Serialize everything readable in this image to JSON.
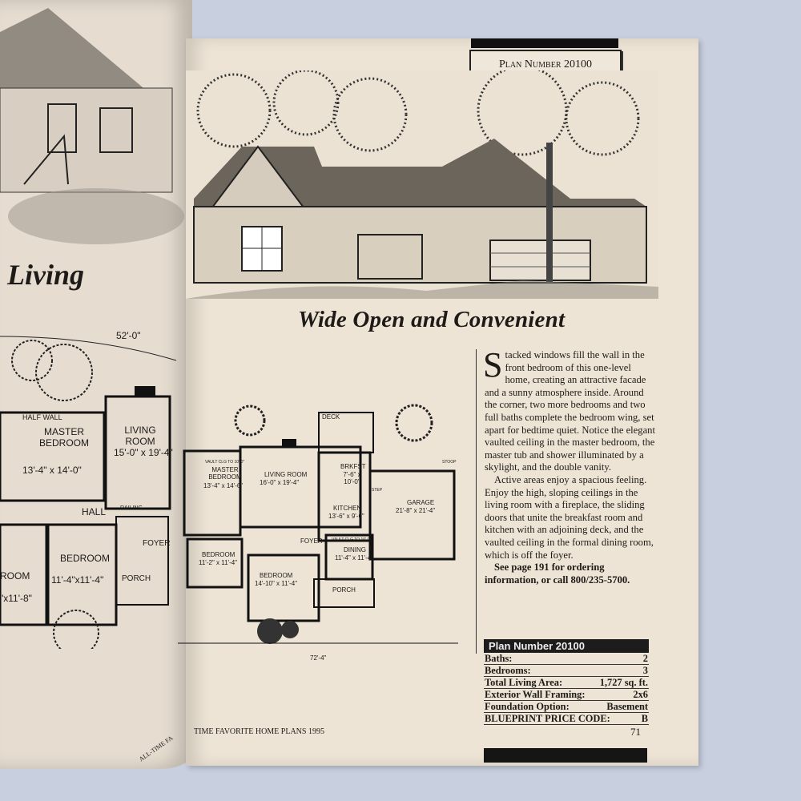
{
  "left_page": {
    "title": "l Living",
    "footer": "ALL-TIME FA",
    "plan": {
      "width": "52'-0\"",
      "rooms": [
        {
          "name": "HALF WALL",
          "dim": ""
        },
        {
          "name": "MASTER BEDROOM",
          "dim": "13'-4\" x 14'-0\""
        },
        {
          "name": "LIVING ROOM",
          "dim": "15'-0\" x 19'-4\""
        },
        {
          "name": "HALL",
          "dim": ""
        },
        {
          "name": "BEDROOM",
          "dim": "11'-4\"x11'-4\""
        },
        {
          "name": "ROOM",
          "dim": "\"x11'-8\""
        },
        {
          "name": "FOYER",
          "dim": ""
        },
        {
          "name": "PORCH",
          "dim": ""
        },
        {
          "name": "RAILING",
          "dim": ""
        }
      ]
    }
  },
  "right_page": {
    "plan_tab": "Plan Number 20100",
    "title": "Wide Open and Convenient",
    "body": {
      "dropcap": "S",
      "p1": "tacked windows fill the wall in the front bedroom of this one-level home, creating an attractive facade and a sunny atmosphere inside. Around the corner, two more bedrooms and two full baths complete the bedroom wing, set apart for bedtime quiet. Notice the elegant vaulted ceiling in the master bedroom, the master tub and shower illuminated by a skylight, and the double vanity.",
      "p2": "Active areas enjoy a spacious feeling. Enjoy the high, sloping ceilings in the living room with a fireplace, the sliding doors that unite the breakfast room and kitchen with an adjoining deck, and the vaulted ceiling in the formal dining room, which is off the foyer.",
      "order": "See page 191 for ordering information, or call 800/235-5700."
    },
    "floor_plan": {
      "width": "72'-4\"",
      "rooms": [
        {
          "name": "DECK",
          "dim": ""
        },
        {
          "name": "MASTER BEDROOM",
          "dim": "13'-4\" x 14'-6\"",
          "note": "VAULT CLG TO 10'-0\""
        },
        {
          "name": "LIVING ROOM",
          "dim": "16'-0\" x 19'-4\""
        },
        {
          "name": "BRKFST",
          "dim": "7'-6\" x 10'-0\""
        },
        {
          "name": "KITCHEN",
          "dim": "13'-6\" x 9'-6\""
        },
        {
          "name": "GARAGE",
          "dim": "21'-8\" x 21'-4\""
        },
        {
          "name": "FOYER",
          "dim": ""
        },
        {
          "name": "DINING",
          "dim": "11'-4\" x 11'-4\"",
          "note": "VAULT CLG TO 10'-0\""
        },
        {
          "name": "BEDROOM",
          "dim": "11'-2\" x 11'-4\""
        },
        {
          "name": "BEDROOM",
          "dim": "14'-10\" x 11'-4\""
        },
        {
          "name": "PORCH",
          "dim": ""
        },
        {
          "name": "STOOP",
          "dim": ""
        },
        {
          "name": "STEP",
          "dim": ""
        }
      ]
    },
    "specs": {
      "header": "Plan Number 20100",
      "rows": [
        {
          "label": "Baths:",
          "value": "2"
        },
        {
          "label": "Bedrooms:",
          "value": "3"
        },
        {
          "label": "Total Living Area:",
          "value": "1,727 sq. ft."
        },
        {
          "label": "Exterior Wall Framing:",
          "value": "2x6"
        },
        {
          "label": "Foundation Option:",
          "value": "Basement"
        },
        {
          "label": "BLUEPRINT PRICE CODE:",
          "value": "B"
        }
      ]
    },
    "footer": "TIME FAVORITE HOME PLANS 1995",
    "page_number": "71"
  }
}
